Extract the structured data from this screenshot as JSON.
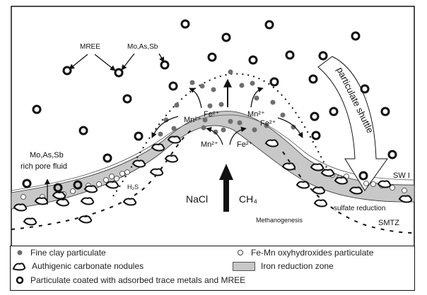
{
  "diagram": {
    "labels": {
      "mree": "MREE",
      "mo_as_sb_top": "Mo,As,Sb",
      "mo_as_sb_fluid_line1": "Mo,As,Sb",
      "mo_as_sb_fluid_line2": "rich pore fluid",
      "particulate_shuttle": "particulate shuttle",
      "swi": "SW I",
      "h2s": "H₂S",
      "nacl": "NaCl",
      "ch4": "CH₄",
      "sulfate_reduction": "sulfate reduction",
      "methanogenesis": "Methanogenesis",
      "smtz": "SMTZ",
      "fe2_left": "Fe²⁺",
      "mn2_left": "Mn²⁺",
      "mn2_right": "Mn²⁺",
      "fe2_right": "Fe²⁺",
      "mn2_bottom": "Mn²⁺",
      "fe2_bottom": "Fe²⁺"
    },
    "colors": {
      "iron_zone": "#c8c8c8",
      "clay": "#6e6e6e",
      "ink": "#111111"
    }
  },
  "legend": {
    "items": [
      {
        "symbol": "filled-dot",
        "label": "Fine clay particulate"
      },
      {
        "symbol": "open-dot",
        "label": "Fe-Mn oxyhydroxides particulate"
      },
      {
        "symbol": "nodule",
        "label": "Authigenic carbonate nodules"
      },
      {
        "symbol": "gray-box",
        "label": "Iron reduction zone"
      },
      {
        "symbol": "bold-ring",
        "label": "Particulate coated with adsorbed trace metals and MREE"
      }
    ]
  }
}
